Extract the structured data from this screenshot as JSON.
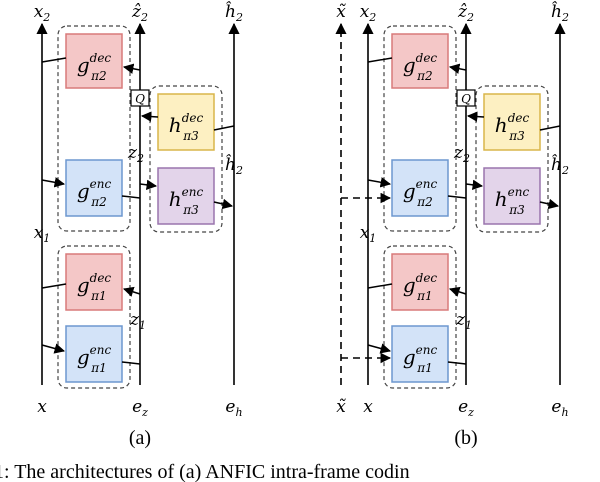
{
  "panels": [
    {
      "id": "a",
      "caption": "(a)",
      "top_labels": {
        "x": "x",
        "z": "ẑ",
        "h": "ĥ",
        "sub": "2"
      },
      "mid_labels": {
        "x1": "x",
        "x1_sub": "1",
        "z2": "z",
        "z2_sub": "2",
        "h2": "ĥ",
        "h2_sub": "2",
        "z1": "z",
        "z1_sub": "1"
      },
      "bottom_labels": {
        "x": "x",
        "ez": "e",
        "ez_sub": "z",
        "eh": "e",
        "eh_sub": "h"
      },
      "quantizer": "Q",
      "blocks": [
        {
          "base": "g",
          "sup": "dec",
          "sub": "π2",
          "color": "#f4c7c7",
          "stroke": "#d87a7a"
        },
        {
          "base": "g",
          "sup": "enc",
          "sub": "π2",
          "color": "#d3e3f8",
          "stroke": "#6d97cf"
        },
        {
          "base": "h",
          "sup": "dec",
          "sub": "π3",
          "color": "#fdf0c2",
          "stroke": "#d9b54a"
        },
        {
          "base": "h",
          "sup": "enc",
          "sub": "π3",
          "color": "#e3d4ea",
          "stroke": "#9a75ad"
        },
        {
          "base": "g",
          "sup": "dec",
          "sub": "π1",
          "color": "#f4c7c7",
          "stroke": "#d87a7a"
        },
        {
          "base": "g",
          "sup": "enc",
          "sub": "π1",
          "color": "#d3e3f8",
          "stroke": "#6d97cf"
        }
      ]
    },
    {
      "id": "b",
      "caption": "(b)",
      "extra_top": "x̃",
      "extra_bottom": "x̃",
      "top_labels": {
        "x": "x",
        "z": "ẑ",
        "h": "ĥ",
        "sub": "2"
      },
      "mid_labels": {
        "x1": "x",
        "x1_sub": "1",
        "z2": "z",
        "z2_sub": "2",
        "h2": "ĥ",
        "h2_sub": "2",
        "z1": "z",
        "z1_sub": "1"
      },
      "bottom_labels": {
        "x": "x",
        "ez": "e",
        "ez_sub": "z",
        "eh": "e",
        "eh_sub": "h"
      },
      "quantizer": "Q",
      "blocks": [
        {
          "base": "g",
          "sup": "dec",
          "sub": "π2",
          "color": "#f4c7c7",
          "stroke": "#d87a7a"
        },
        {
          "base": "g",
          "sup": "enc",
          "sub": "π2",
          "color": "#d3e3f8",
          "stroke": "#6d97cf"
        },
        {
          "base": "h",
          "sup": "dec",
          "sub": "π3",
          "color": "#fdf0c2",
          "stroke": "#d9b54a"
        },
        {
          "base": "h",
          "sup": "enc",
          "sub": "π3",
          "color": "#e3d4ea",
          "stroke": "#9a75ad"
        },
        {
          "base": "g",
          "sup": "dec",
          "sub": "π1",
          "color": "#f4c7c7",
          "stroke": "#d87a7a"
        },
        {
          "base": "g",
          "sup": "enc",
          "sub": "π1",
          "color": "#d3e3f8",
          "stroke": "#6d97cf"
        }
      ]
    }
  ],
  "figure_caption": "1: The architectures of (a) ANFIC intra-frame codin"
}
